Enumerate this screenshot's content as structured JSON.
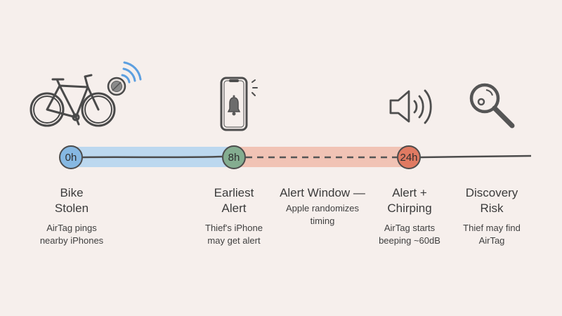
{
  "diagram": {
    "type": "timeline",
    "colors": {
      "background": "#f6efec",
      "blue_band": "#bcd8ef",
      "red_band": "#f1c3b5",
      "node_0h": "#86b8e2",
      "node_8h": "#84ad90",
      "node_24h": "#e07a62",
      "wifi_waves": "#5c9fe0",
      "line": "#4c4c4c"
    },
    "nodes": [
      {
        "label": "0h"
      },
      {
        "label": "8h"
      },
      {
        "label": "24h"
      }
    ],
    "milestones": [
      {
        "icon": "bicycle-with-airtag-icon",
        "title_line1": "Bike",
        "title_line2": "Stolen",
        "desc_line1": "AirTag pings",
        "desc_line2": "nearby iPhones"
      },
      {
        "icon": "phone-bell-icon",
        "title_line1": "Earliest",
        "title_line2": "Alert",
        "desc_line1": "Thief's iPhone",
        "desc_line2": "may get alert"
      },
      {
        "icon": "",
        "title_line1": "Alert Window —",
        "title_line2": "",
        "desc_line1": "Apple randomizes",
        "desc_line2": "timing"
      },
      {
        "icon": "speaker-sound-icon",
        "title_line1": "Alert +",
        "title_line2": "Chirping",
        "desc_line1": "AirTag starts",
        "desc_line2": "beeping ~60dB"
      },
      {
        "icon": "magnifying-glass-icon",
        "title_line1": "Discovery",
        "title_line2": "Risk",
        "desc_line1": "Thief may find",
        "desc_line2": "AirTag"
      }
    ]
  }
}
